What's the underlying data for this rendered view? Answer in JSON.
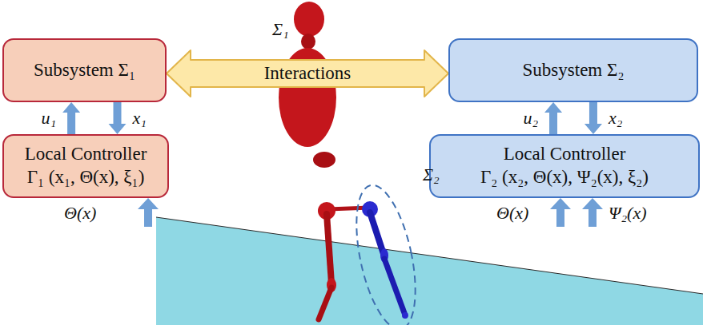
{
  "diagram": {
    "nodes": [
      {
        "text": [
          "Subsystem Σ₁"
        ]
      },
      {
        "text": [
          "Local Controller",
          "Γ₁ (x₁, Θ(x), ξ₁)"
        ]
      },
      {
        "text": [
          "Subsystem Σ₂"
        ]
      },
      {
        "text": [
          "Local Controller",
          "Γ₂ (x₂, Θ(x), Ψ₂(x), ξ₂)"
        ]
      }
    ],
    "edges": [
      {
        "from": 0,
        "to": 2,
        "label": "Interactions",
        "arrow": "both"
      },
      {
        "from": 1,
        "to": 0,
        "label": "u₁",
        "arrow": "to"
      },
      {
        "from": 0,
        "to": 1,
        "label": "x₁",
        "arrow": "to"
      },
      {
        "from": 3,
        "to": 2,
        "label": "u₂",
        "arrow": "to"
      },
      {
        "from": 2,
        "to": 3,
        "label": "x₂",
        "arrow": "to"
      }
    ],
    "labels": [
      "Σ₁",
      "Σ₂",
      "Θ(x)",
      "Θ(x)",
      "Ψ₂(x)"
    ]
  }
}
